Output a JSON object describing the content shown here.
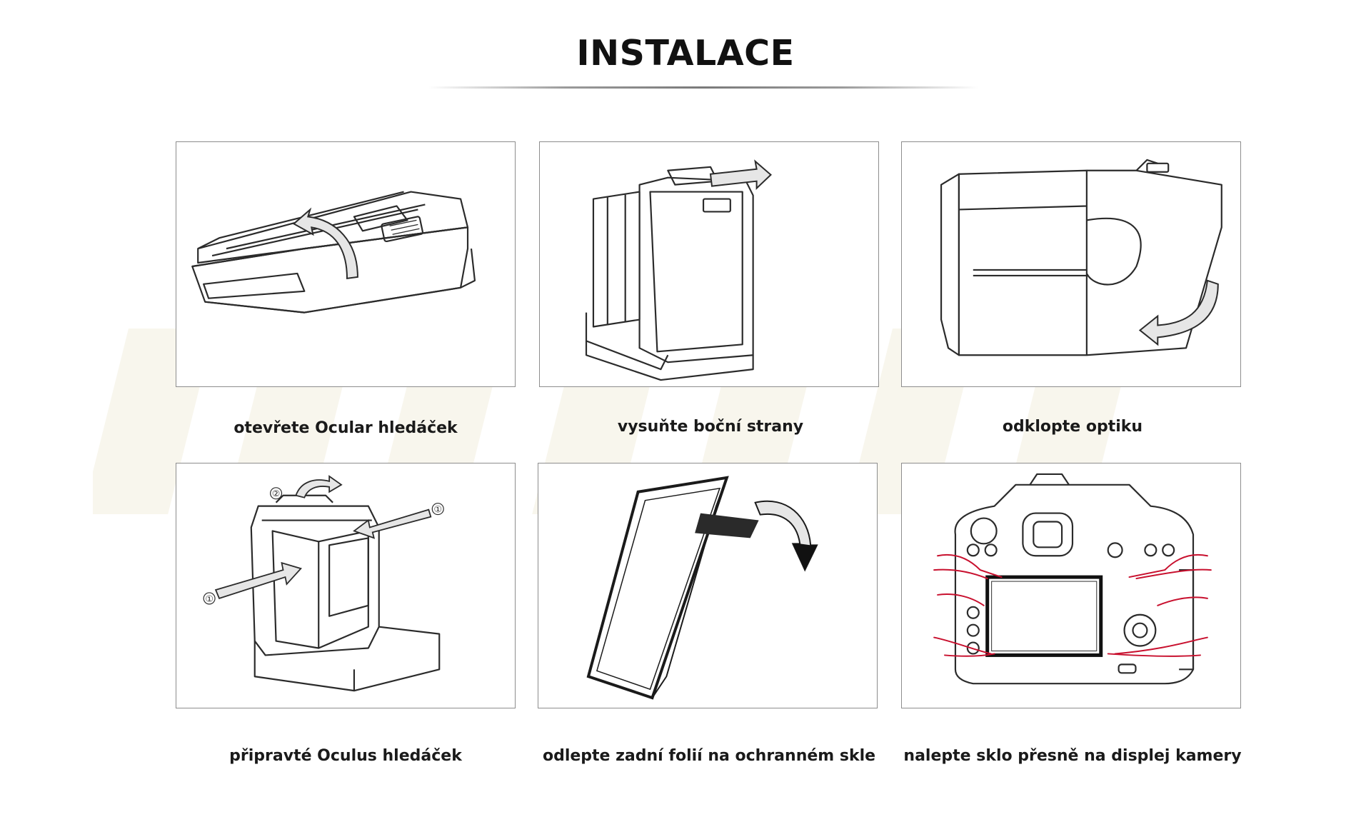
{
  "title": "INSTALACE",
  "steps": [
    {
      "caption": "otevřete Ocular hledáček",
      "icon": "open-viewfinder-illustration"
    },
    {
      "caption": "vysuňte boční strany",
      "icon": "slide-out-sides-illustration"
    },
    {
      "caption": "odklopte optiku",
      "icon": "fold-out-optics-illustration"
    },
    {
      "caption": "připravté Oculus hledáček",
      "icon": "prepare-viewfinder-illustration",
      "markers": [
        "①",
        "②",
        "①"
      ]
    },
    {
      "caption": "odlepte zadní folií na ochranném skle",
      "icon": "peel-film-illustration"
    },
    {
      "caption": "nalepte sklo přesně na displej kamery",
      "icon": "apply-glass-camera-illustration"
    }
  ],
  "colors": {
    "accent": "#c8102e",
    "line": "#2b2b2b",
    "frame": "#8d8d8d"
  }
}
